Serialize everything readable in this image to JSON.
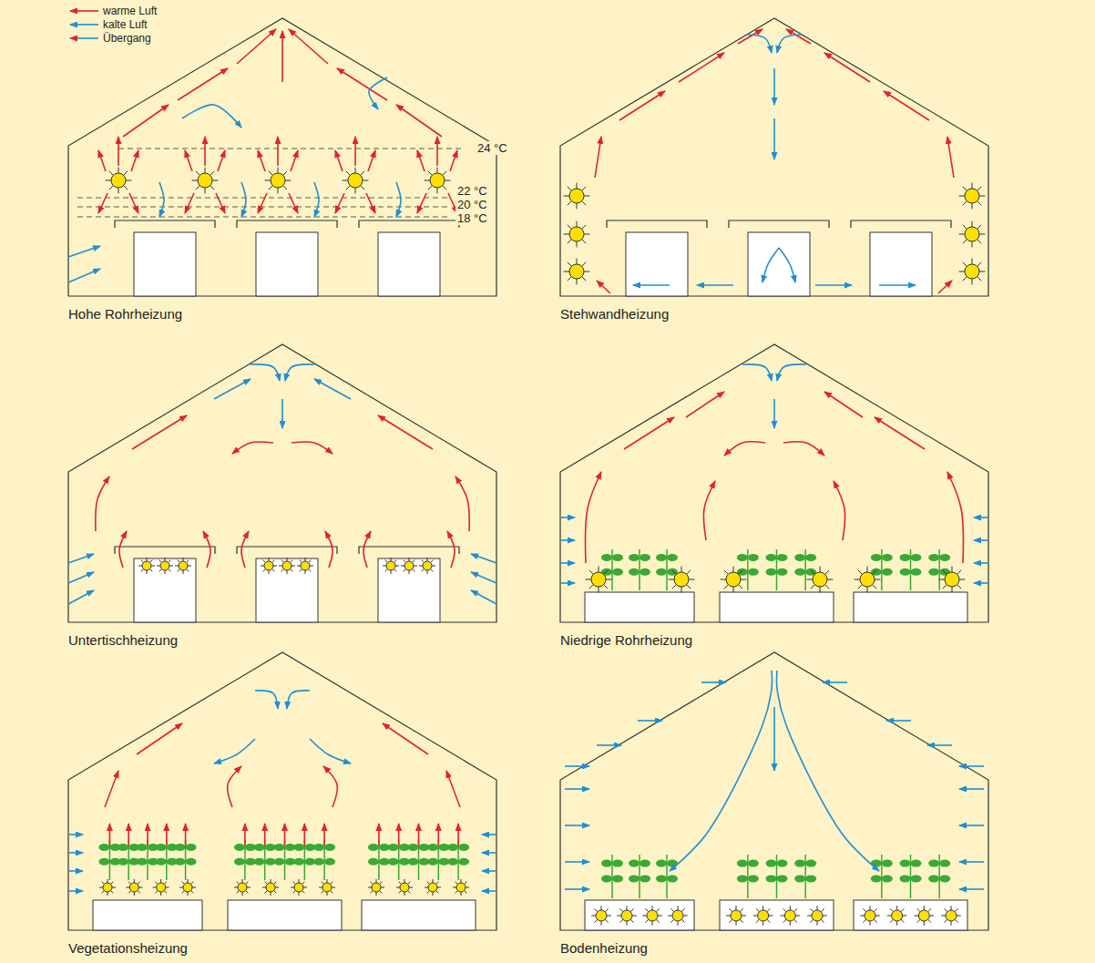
{
  "diagram": {
    "nodes": [
      {
        "text": [
          "Hohe Rohrheizung"
        ]
      },
      {
        "text": [
          "Stehwandheizung"
        ]
      },
      {
        "text": [
          "Untertischheizung"
        ]
      },
      {
        "text": [
          "Niedrige Rohrheizung"
        ]
      },
      {
        "text": [
          "Vegetationsheizung"
        ]
      },
      {
        "text": [
          "Bodenheizung"
        ]
      }
    ],
    "labels": [
      "24 °C",
      "22 °C",
      "20 °C",
      "18 °C"
    ],
    "legend": [
      {
        "text": "warme Luft",
        "color": "#e2232a"
      },
      {
        "text": "kalte Luft",
        "color": "#1e8fd5"
      },
      {
        "text": "Übergang"
      }
    ]
  }
}
